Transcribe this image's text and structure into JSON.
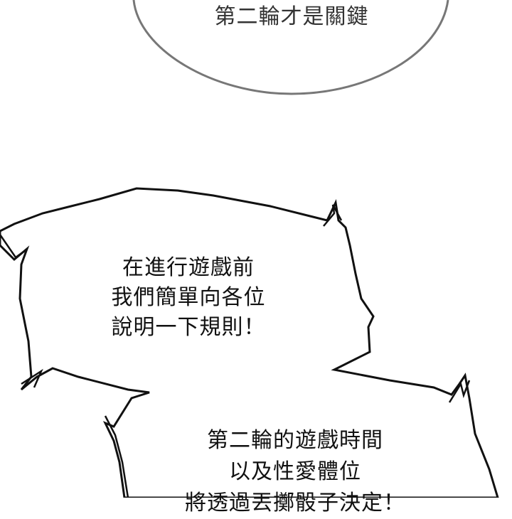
{
  "oval_bubble": {
    "text": "第二輪才是關鍵"
  },
  "rules_bubble": {
    "lines": [
      "在進行遊戲前",
      "我們簡單向各位",
      "說明一下規則！"
    ]
  },
  "round_bubble": {
    "lines": [
      "第二輪的遊戲時間",
      "以及性愛體位",
      "將透過丟擲骰子決定！"
    ]
  }
}
